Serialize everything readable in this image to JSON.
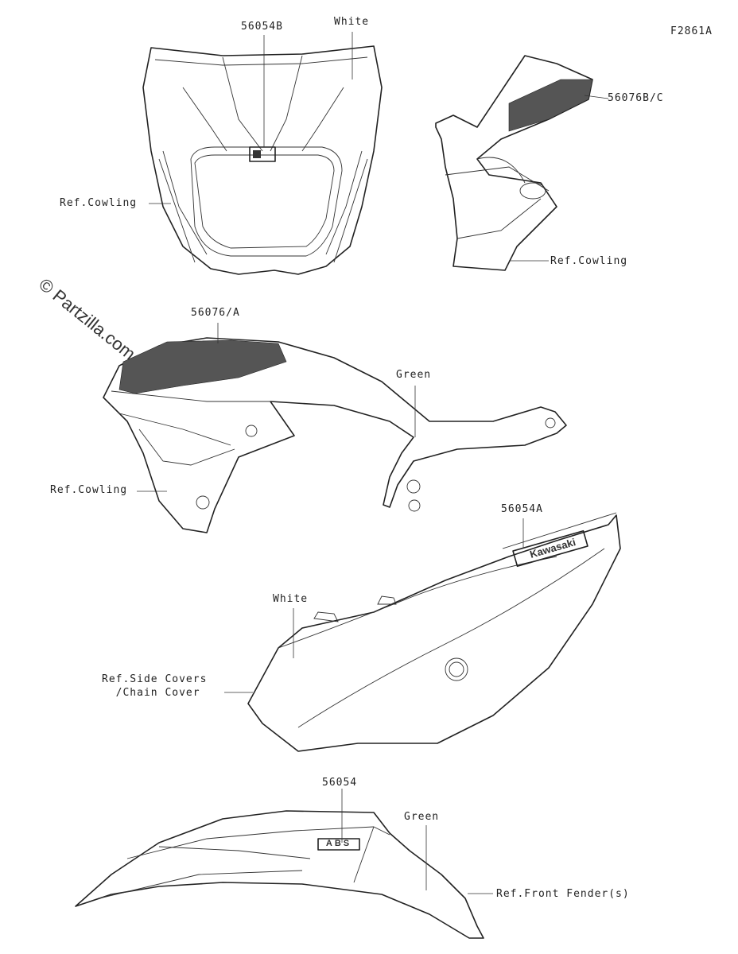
{
  "watermark": "© Partzilla.com",
  "figure_id": "F2861A",
  "callouts": {
    "headlight_decal": "56054B",
    "headlight_color": "White",
    "headlight_ref": "Ref.Cowling",
    "shroud_upper_decal": "56076B/C",
    "shroud_upper_ref": "Ref.Cowling",
    "shroud_decal": "56076/A",
    "shroud_color": "Green",
    "shroud_ref": "Ref.Cowling",
    "side_cover_decal": "56054A",
    "side_cover_color": "White",
    "side_cover_ref": "Ref.Side Covers\n  /Chain Cover",
    "fender_decal": "56054",
    "fender_color": "Green",
    "fender_ref": "Ref.Front Fender(s)"
  },
  "logo_text": "Kawasaki",
  "badge_text": "ABS"
}
